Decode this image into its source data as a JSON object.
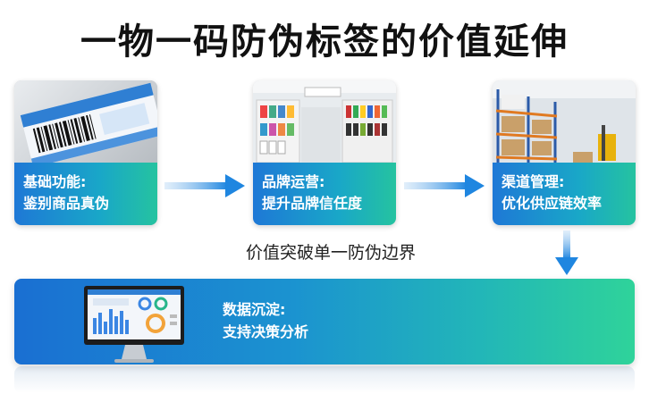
{
  "title": "一物一码防伪标签的价值延伸",
  "cards": [
    {
      "line1": "基础功能:",
      "line2": "鉴别商品真伪",
      "image": "anti-counterfeit-label"
    },
    {
      "line1": "品牌运营:",
      "line2": "提升品牌信任度",
      "image": "retail-store-shelves"
    },
    {
      "line1": "渠道管理:",
      "line2": "优化供应链效率",
      "image": "warehouse-racks"
    }
  ],
  "subtitle": "价值突破单一防伪边界",
  "bottom": {
    "line1": "数据沉淀:",
    "line2": "支持决策分析",
    "image": "dashboard-monitor"
  },
  "colors": {
    "accent": "#1e78d6",
    "teal": "#25c3a0",
    "arrow": "#1f86e0"
  }
}
